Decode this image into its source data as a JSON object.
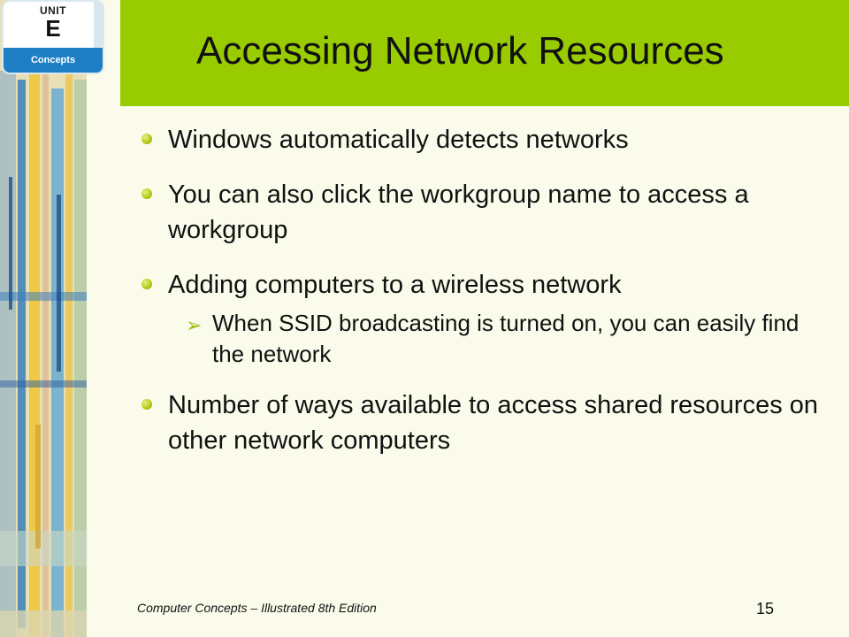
{
  "badge": {
    "unit_label": "UNIT",
    "letter": "E",
    "concepts_label": "Concepts"
  },
  "slide": {
    "title": "Accessing Network Resources",
    "bullets": [
      "Windows automatically detects networks",
      "You can also click the workgroup name to access a workgroup",
      "Adding computers to a wireless network",
      "Number of ways available to access shared resources on other network computers"
    ],
    "sub_bullet": "When SSID broadcasting is turned on, you can easily find the network"
  },
  "footer": {
    "source": "Computer Concepts – Illustrated 8th Edition",
    "page_number": "15"
  },
  "colors": {
    "title_bar": "#99cc00",
    "background": "#fbfbeb",
    "badge_blue": "#1f7fc4"
  }
}
